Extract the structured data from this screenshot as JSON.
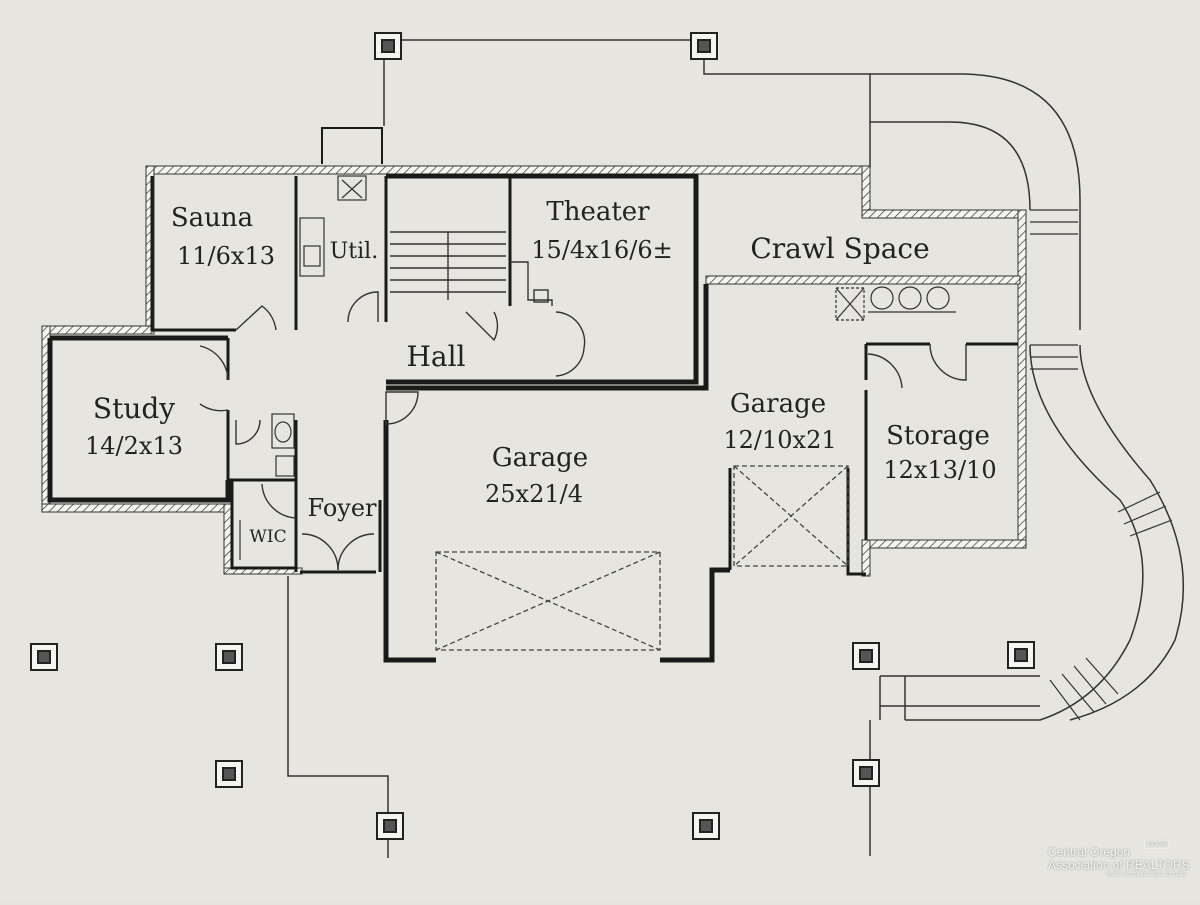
{
  "rooms": {
    "sauna": {
      "name": "Sauna",
      "size": "11/6x13"
    },
    "util": {
      "name": "Util."
    },
    "theater": {
      "name": "Theater",
      "size": "15/4x16/6±"
    },
    "crawl": {
      "name": "Crawl Space"
    },
    "hall": {
      "name": "Hall"
    },
    "study": {
      "name": "Study",
      "size": "14/2x13"
    },
    "garage_main": {
      "name": "Garage",
      "size": "25x21/4"
    },
    "garage_side": {
      "name": "Garage",
      "size": "12/10x21"
    },
    "storage": {
      "name": "Storage",
      "size": "12x13/10"
    },
    "foyer": {
      "name": "Foyer"
    },
    "wic": {
      "name": "WIC"
    }
  },
  "watermark": {
    "line1": "Central Oregon",
    "line2": "Association of REALTORS",
    "badge": "COAR",
    "tagline": "YOUR VOICE IN REAL ESTATE"
  }
}
